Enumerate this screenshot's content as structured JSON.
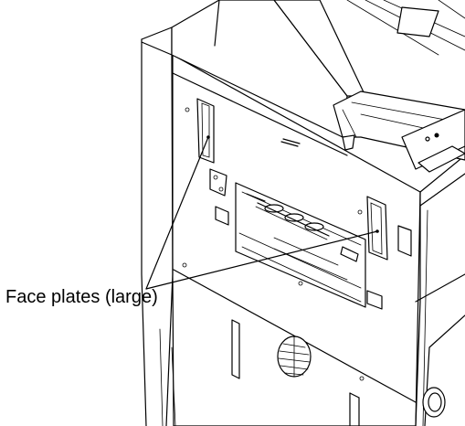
{
  "diagram": {
    "callout": {
      "label": "Face plates (large)",
      "targets": [
        "face-plate-left",
        "face-plate-right"
      ]
    }
  }
}
